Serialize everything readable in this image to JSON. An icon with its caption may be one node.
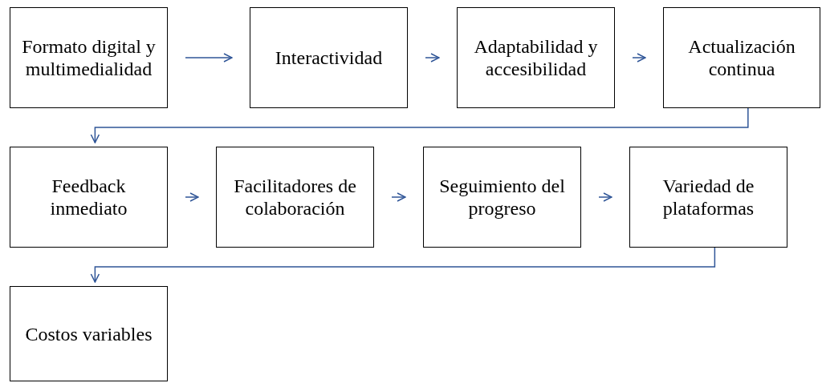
{
  "diagram": {
    "nodes": [
      {
        "text": [
          "Formato digital y multimedialidad"
        ]
      },
      {
        "text": [
          "Interactividad"
        ]
      },
      {
        "text": [
          "Adaptabilidad y accesibilidad"
        ]
      },
      {
        "text": [
          "Actualización continua"
        ]
      },
      {
        "text": [
          "Feedback inmediato"
        ]
      },
      {
        "text": [
          "Facilitadores de colaboración"
        ]
      },
      {
        "text": [
          "Seguimiento del progreso"
        ]
      },
      {
        "text": [
          "Variedad de plataformas"
        ]
      },
      {
        "text": [
          "Costos variables"
        ]
      }
    ],
    "edges": [
      {
        "from": 0,
        "to": 1,
        "arrow": "to"
      },
      {
        "from": 1,
        "to": 2,
        "arrow": "to"
      },
      {
        "from": 2,
        "to": 3,
        "arrow": "to"
      },
      {
        "from": 3,
        "to": 4,
        "arrow": "to"
      },
      {
        "from": 4,
        "to": 5,
        "arrow": "to"
      },
      {
        "from": 5,
        "to": 6,
        "arrow": "to"
      },
      {
        "from": 6,
        "to": 7,
        "arrow": "to"
      },
      {
        "from": 7,
        "to": 8,
        "arrow": "to"
      }
    ]
  }
}
